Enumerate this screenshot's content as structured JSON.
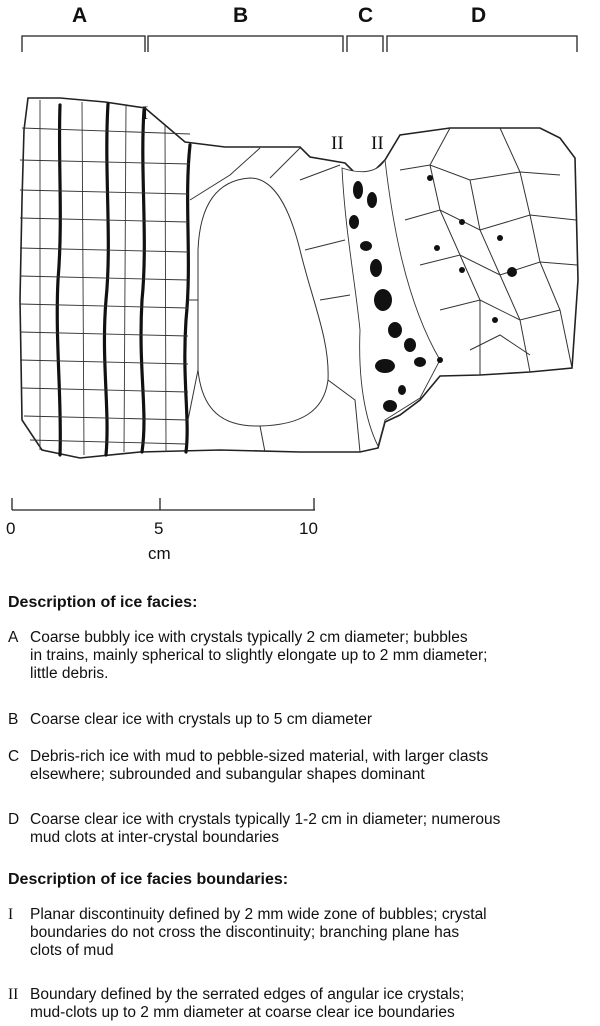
{
  "zones": [
    "A",
    "B",
    "C",
    "D"
  ],
  "boundaries": [
    "I",
    "II",
    "II"
  ],
  "scale": {
    "ticks": [
      "0",
      "5",
      "10"
    ],
    "unit": "cm"
  },
  "facies_title": "Description of ice facies:",
  "facies": [
    {
      "key": "A",
      "text": "Coarse bubbly ice with crystals typically 2 cm diameter; bubbles\nin trains, mainly spherical to slightly elongate up to 2 mm diameter;\nlittle debris."
    },
    {
      "key": "B",
      "text": "Coarse clear ice with crystals up to 5 cm diameter"
    },
    {
      "key": "C",
      "text": "Debris-rich ice with mud to pebble-sized material, with larger clasts\nelsewhere; subrounded and subangular shapes dominant"
    },
    {
      "key": "D",
      "text": "Coarse clear ice with crystals typically 1-2 cm in diameter; numerous\nmud clots at inter-crystal boundaries"
    }
  ],
  "boundaries_title": "Description of ice facies boundaries:",
  "boundary_descriptions": [
    {
      "key": "I",
      "text": "Planar discontinuity defined by 2 mm wide zone of bubbles; crystal\nboundaries do not cross the discontinuity; branching plane has\nclots of mud"
    },
    {
      "key": "II",
      "text": "Boundary defined by the serrated edges of angular ice crystals;\nmud-clots up to 2 mm diameter at coarse clear ice boundaries"
    }
  ]
}
